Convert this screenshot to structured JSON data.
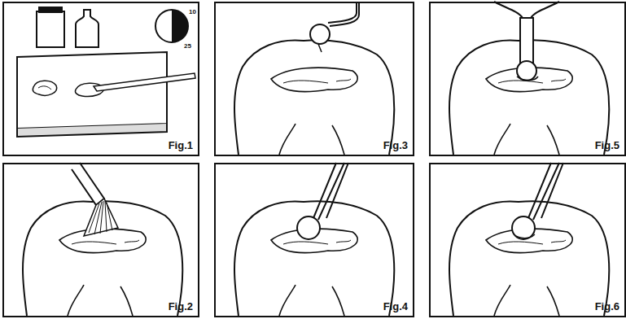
{
  "diagram": {
    "nodes": [
      {
        "text": [
          "Fig.1"
        ]
      },
      {
        "text": [
          "Fig.3"
        ]
      },
      {
        "text": [
          "Fig.5"
        ]
      },
      {
        "text": [
          "Fig.2"
        ]
      },
      {
        "text": [
          "Fig.4"
        ]
      },
      {
        "text": [
          "Fig.6"
        ]
      }
    ],
    "labels": [
      "10",
      "25"
    ]
  }
}
